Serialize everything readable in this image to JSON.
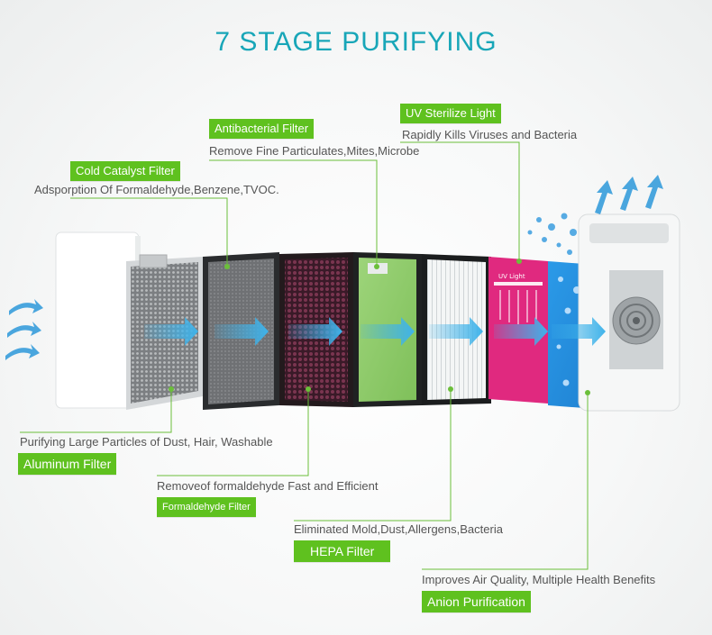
{
  "title": "7 STAGE PURIFYING",
  "colors": {
    "title": "#18a6b8",
    "tag_bg": "#5fc11f",
    "tag_text": "#ffffff",
    "leader_line": "#6bbf3a",
    "description": "#555555"
  },
  "stages_top": {
    "uv": {
      "tag": "UV Sterilize Light",
      "desc": "Rapidly Kills Viruses and Bacteria"
    },
    "antibacterial": {
      "tag": "Antibacterial Filter",
      "desc": "Remove Fine Particulates,Mites,Microbe"
    },
    "cold_catalyst": {
      "tag": "Cold Catalyst Filter",
      "desc": "Adsporption Of Formaldehyde,Benzene,TVOC."
    }
  },
  "stages_bottom": {
    "aluminum": {
      "desc": "Purifying Large Particles of Dust, Hair, Washable",
      "tag": "Aluminum Filter"
    },
    "formaldehyde": {
      "desc": "Removeof formaldehyde Fast and Efficient",
      "tag": "Formaldehyde Filter"
    },
    "hepa": {
      "desc": "Eliminated Mold,Dust,Allergens,Bacteria",
      "tag": "HEPA Filter"
    },
    "anion": {
      "desc": "Improves Air Quality, Multiple Health Benefits",
      "tag": "Anion Purification"
    }
  },
  "icons": [
    "airflow-arrow-icon",
    "water-droplet-icon",
    "fan-icon"
  ]
}
